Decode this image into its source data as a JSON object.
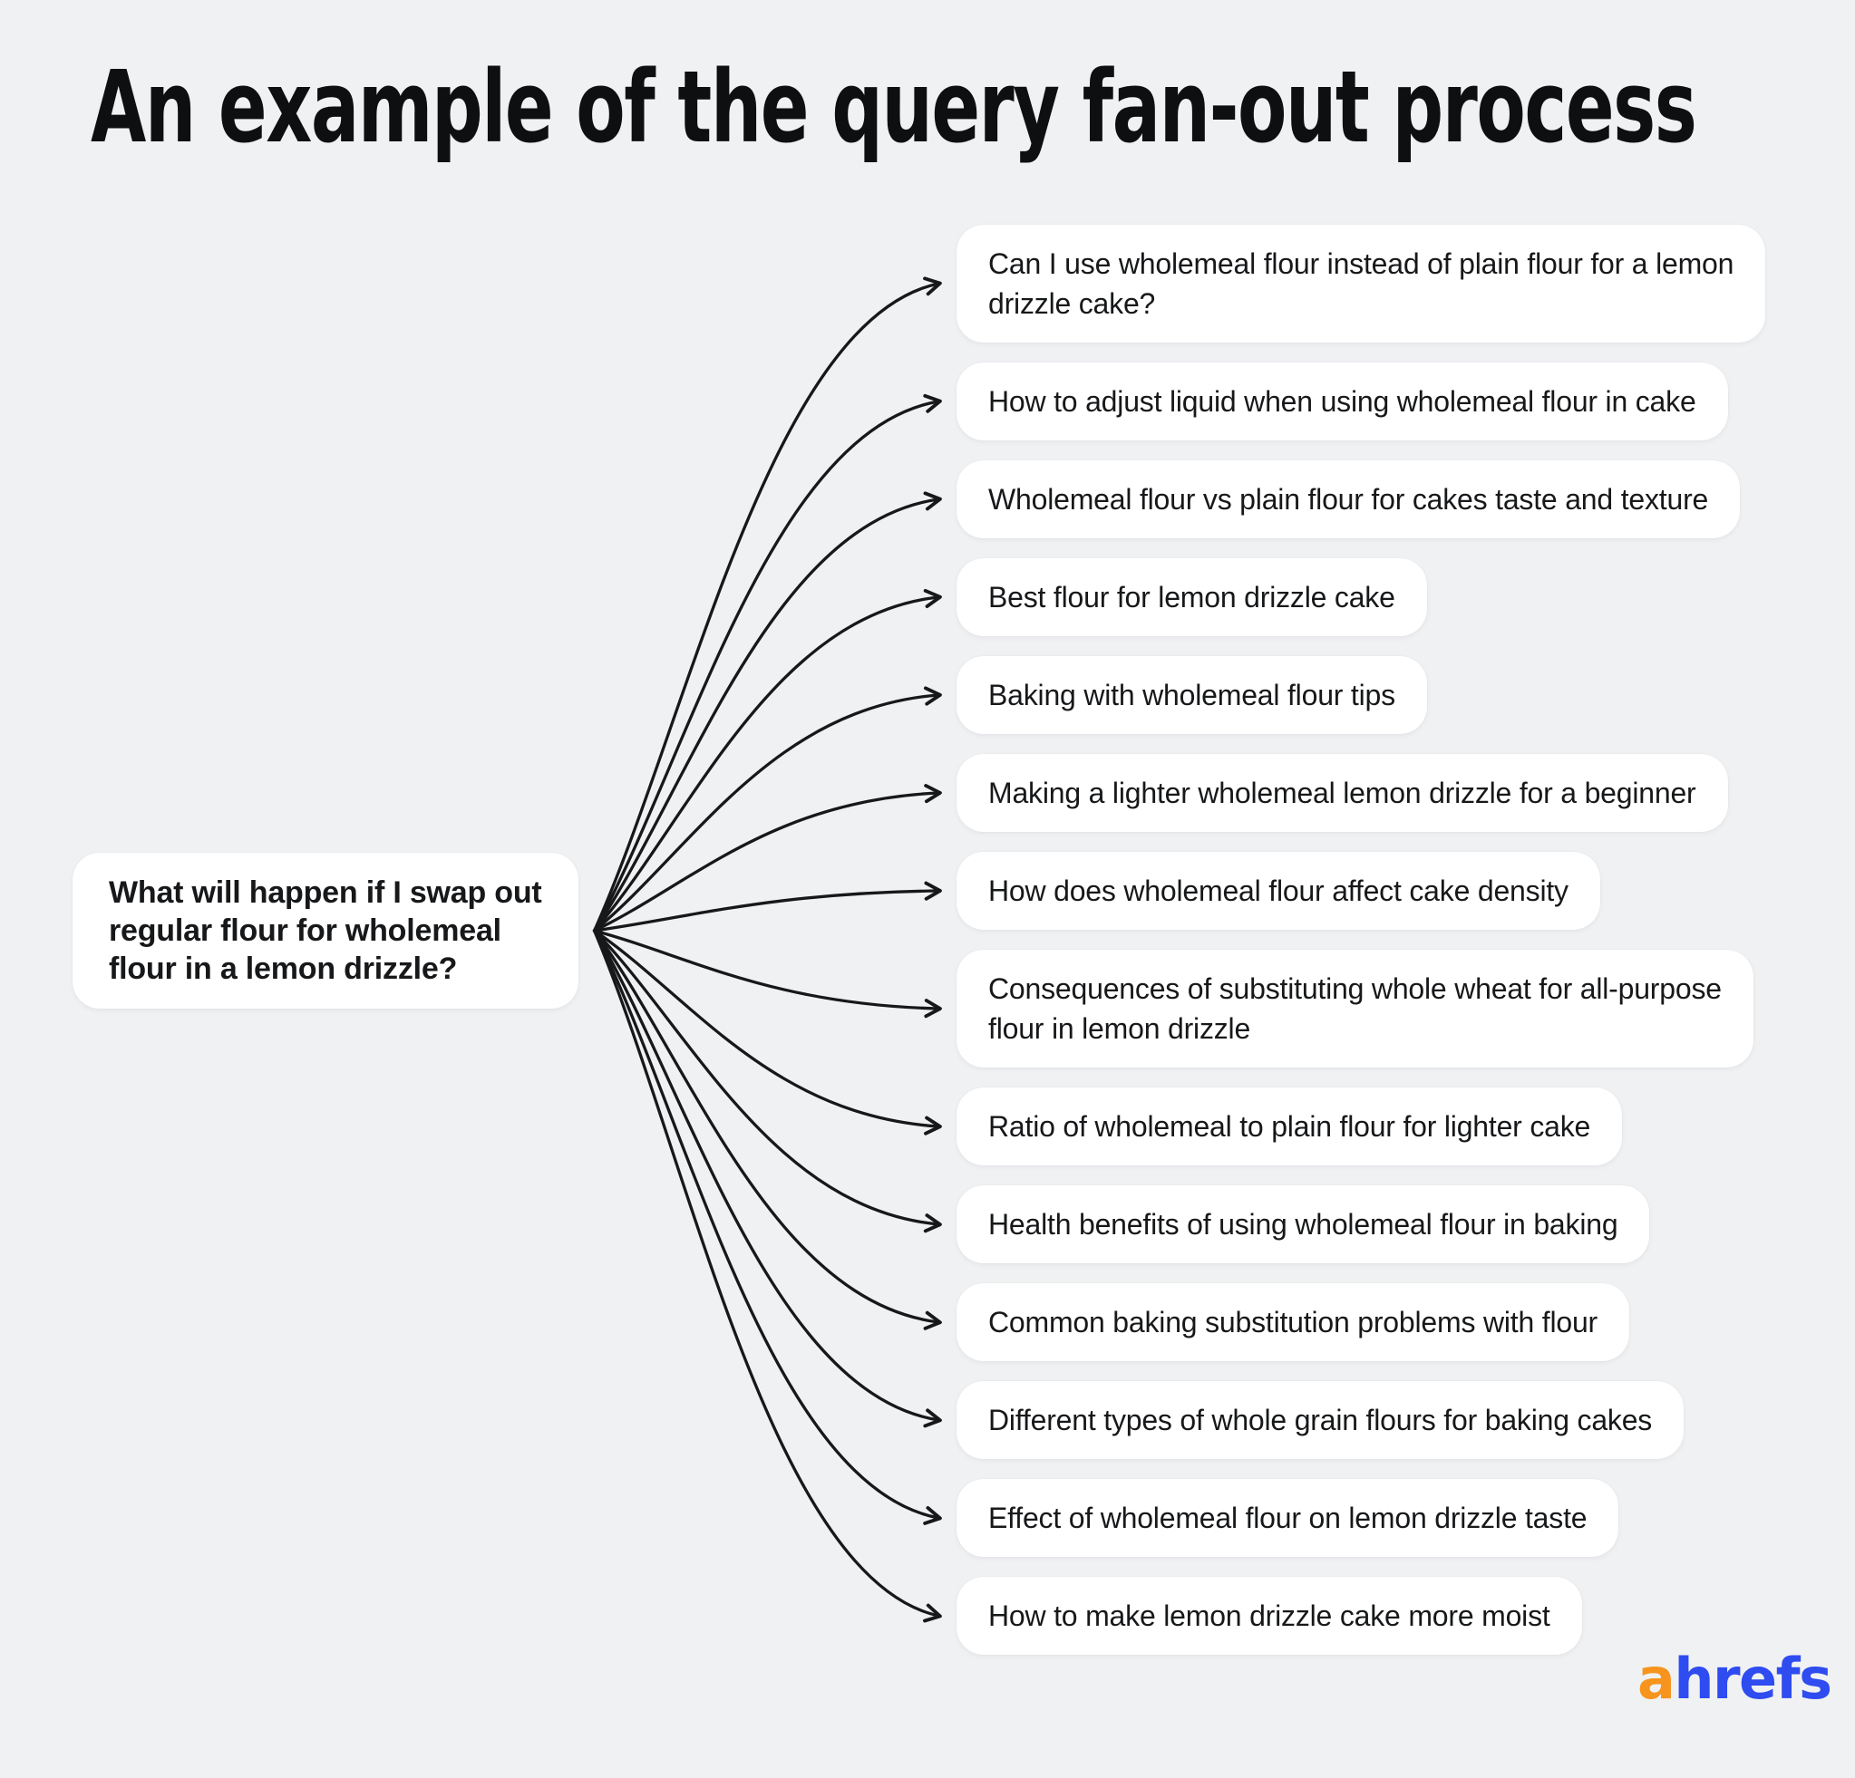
{
  "title": "An example of the query fan-out process",
  "source": {
    "query": "What will happen if I swap out\nregular flour for wholemeal\nflour in a lemon drizzle?"
  },
  "fanout": {
    "queries": [
      "Can I use wholemeal flour instead of plain flour for a lemon\ndrizzle cake?",
      "How to adjust liquid when using wholemeal flour in cake",
      "Wholemeal flour vs plain flour for cakes taste and texture",
      "Best flour for lemon drizzle cake",
      "Baking with wholemeal flour tips",
      "Making a lighter wholemeal lemon drizzle for a beginner",
      "How does wholemeal flour affect cake density",
      "Consequences of substituting whole wheat for all-purpose\nflour in lemon drizzle",
      "Ratio of wholemeal to plain flour for lighter cake",
      "Health benefits of using wholemeal flour in baking",
      "Common baking substitution problems with flour",
      "Different types of whole grain flours for baking cakes",
      "Effect of wholemeal flour on lemon drizzle taste",
      "How to make lemon drizzle cake more moist"
    ]
  },
  "branding": {
    "logo_a": "a",
    "logo_rest": "hrefs",
    "orange": "#F7941D",
    "blue": "#2E4CF0"
  },
  "colors": {
    "background": "#F0F1F3",
    "card_background": "#FFFFFF",
    "text": "#17181A",
    "connector": "#17181A"
  }
}
